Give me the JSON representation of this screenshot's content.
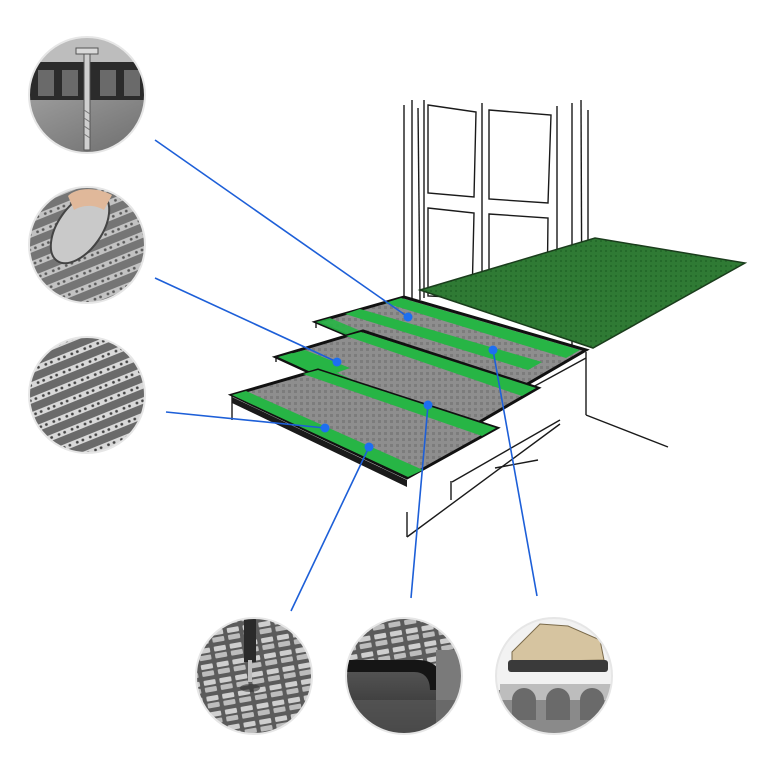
{
  "colors": {
    "callout_line": "#1d5fd8",
    "callout_dot": "#1d6ff0",
    "tread_grey": "#8d8d8d",
    "tread_green": "#27b545",
    "landing_mat": "#2f7a34",
    "sketch_line": "#1a1a1a"
  },
  "details": [
    {
      "icon": "screw-anchor-closeup-icon",
      "target": "landing-tread"
    },
    {
      "icon": "rolled-mat-in-hand-icon",
      "target": "upper-tread"
    },
    {
      "icon": "grating-texture-closeup-icon",
      "target": "lower-tread"
    },
    {
      "icon": "drilling-into-tiles-icon",
      "target": "lower-tread-center"
    },
    {
      "icon": "stair-nosing-profile-icon",
      "target": "middle-tread"
    },
    {
      "icon": "boot-on-drainage-tile-icon",
      "target": "landing-green-strip"
    }
  ]
}
